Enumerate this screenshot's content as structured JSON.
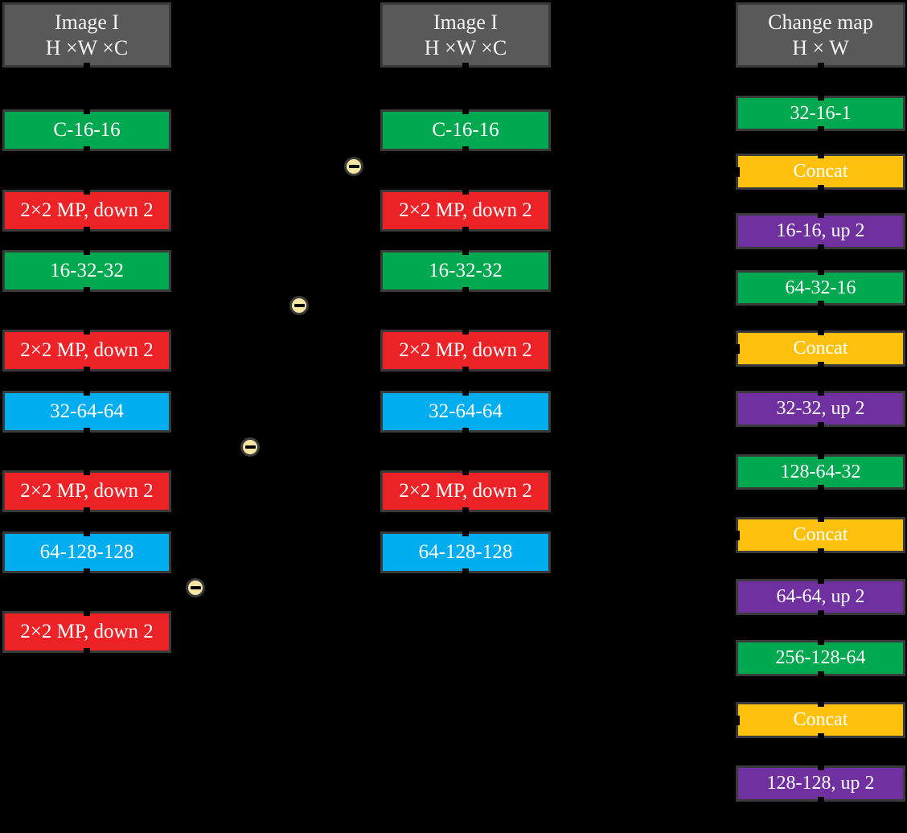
{
  "palette": {
    "background": "#000000",
    "header_gray": "#595959",
    "conv_green": "#00a84f",
    "maxpool_red": "#ec2227",
    "conv_blue": "#00aeef",
    "concat_yellow": "#ffc10d",
    "upconv_purple": "#7030a0",
    "box_border": "#3a3a3a",
    "operator_fill": "#f7e6a3",
    "text": "#ffffff"
  },
  "encoder_left": {
    "header": [
      "Image I",
      "H ×W ×C"
    ],
    "layers": [
      "C-16-16",
      "2×2 MP, down 2",
      "16-32-32",
      "2×2 MP, down 2",
      "32-64-64",
      "2×2 MP, down 2",
      "64-128-128",
      "2×2 MP, down 2"
    ]
  },
  "encoder_right": {
    "header": [
      "Image I",
      "H ×W ×C"
    ],
    "layers": [
      "C-16-16",
      "2×2 MP, down 2",
      "16-32-32",
      "2×2 MP, down 2",
      "32-64-64",
      "2×2 MP, down 2",
      "64-128-128"
    ]
  },
  "decoder": {
    "header": [
      "Change map",
      "H × W"
    ],
    "layers": [
      "32-16-1",
      "Concat",
      "16-16, up 2",
      "64-32-16",
      "Concat",
      "32-32, up 2",
      "128-64-32",
      "Concat",
      "64-64, up 2",
      "256-128-64",
      "Concat",
      "128-128, up 2"
    ]
  },
  "operators": [
    {
      "symbol": "−",
      "name": "elementwise subtraction"
    },
    {
      "symbol": "−",
      "name": "elementwise subtraction"
    },
    {
      "symbol": "−",
      "name": "elementwise subtraction"
    },
    {
      "symbol": "−",
      "name": "elementwise subtraction"
    }
  ]
}
